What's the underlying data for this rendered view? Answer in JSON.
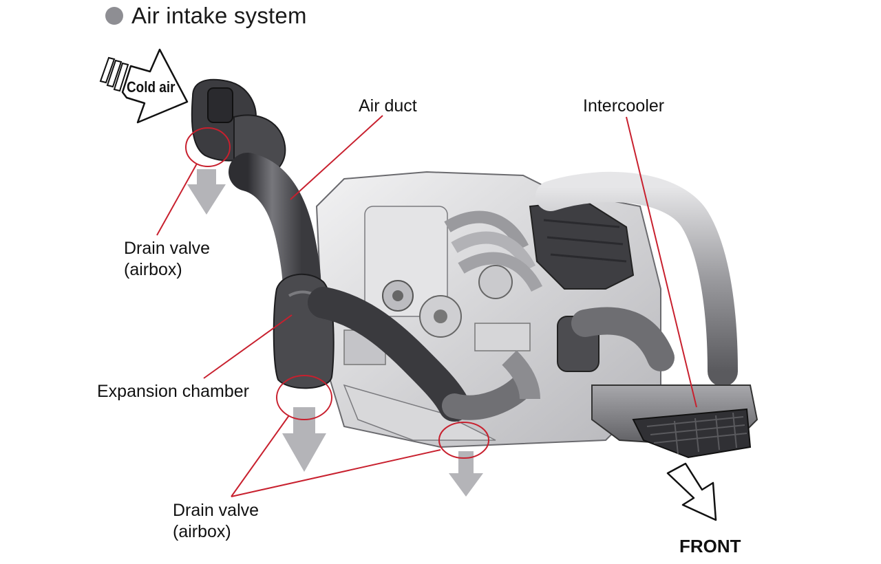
{
  "title": "Air intake system",
  "labels": {
    "cold_air": "Cold air",
    "air_duct": "Air duct",
    "intercooler": "Intercooler",
    "drain_valve_top_line1": "Drain valve",
    "drain_valve_top_line2": "(airbox)",
    "expansion_chamber": "Expansion chamber",
    "drain_valve_bottom_line1": "Drain valve",
    "drain_valve_bottom_line2": "(airbox)",
    "front": "FRONT"
  },
  "colors": {
    "leader_line": "#c8202e",
    "drain_arrow": "#b4b4b8",
    "title_bullet": "#8e8e93",
    "engine_dark": "#4a4a4e",
    "engine_mid": "#8a8a8e",
    "engine_light": "#d2d2d4"
  }
}
